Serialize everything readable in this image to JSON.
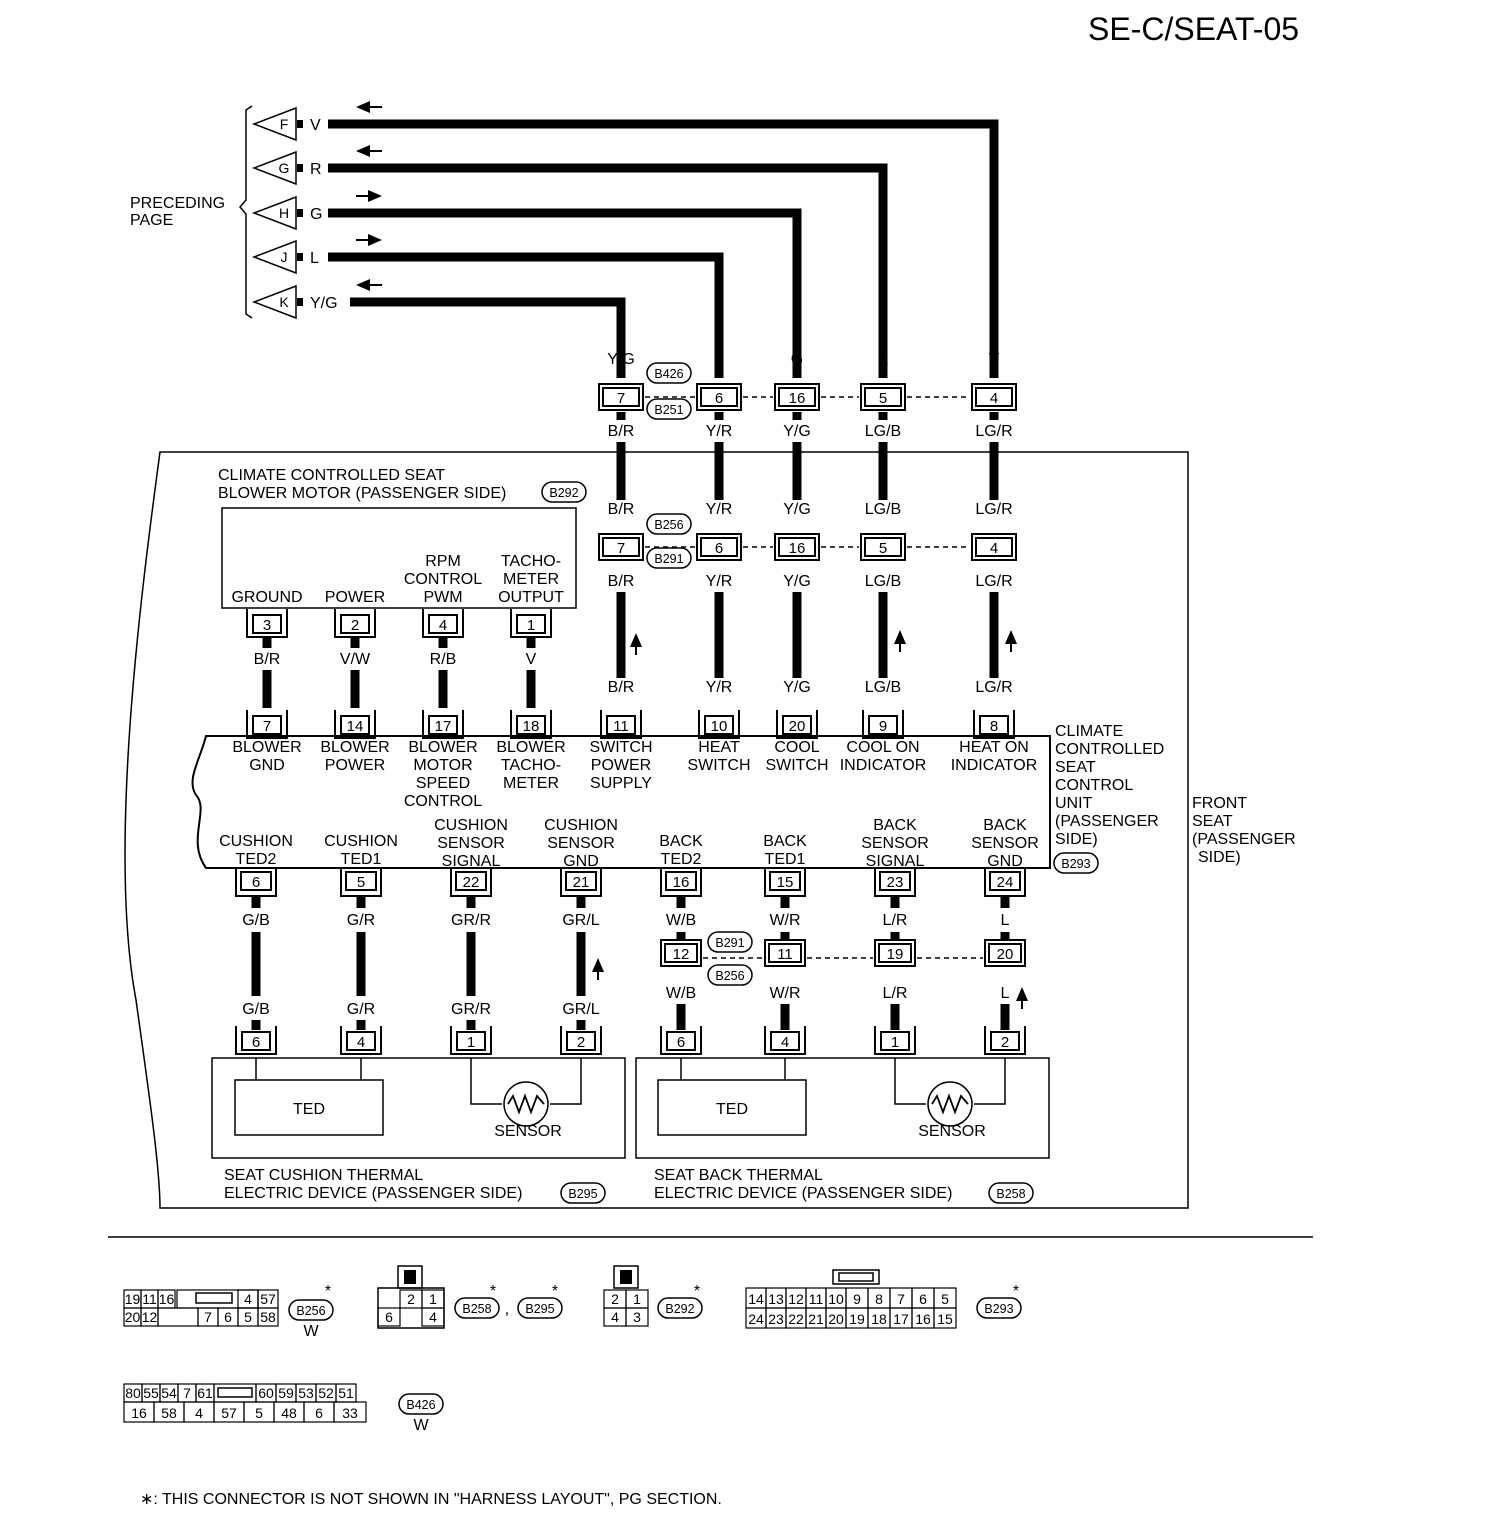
{
  "page_code": "SE-C/SEAT-05",
  "preceding": {
    "label": [
      "PRECEDING",
      "PAGE"
    ],
    "lines": [
      {
        "letter": "F",
        "color": "V",
        "dir": "left"
      },
      {
        "letter": "G",
        "color": "R",
        "dir": "left"
      },
      {
        "letter": "H",
        "color": "G",
        "dir": "right"
      },
      {
        "letter": "J",
        "color": "L",
        "dir": "right"
      },
      {
        "letter": "K",
        "color": "Y/G",
        "dir": "left"
      }
    ]
  },
  "upper_joint": {
    "refs": [
      "B426",
      "B251"
    ],
    "columns": [
      {
        "top": "Y/G",
        "pin": "7",
        "bottom": "B/R"
      },
      {
        "top": "L",
        "pin": "6",
        "bottom": "Y/R"
      },
      {
        "top": "G",
        "pin": "16",
        "bottom": "Y/G"
      },
      {
        "top": "R",
        "pin": "5",
        "bottom": "LG/B"
      },
      {
        "top": "V",
        "pin": "4",
        "bottom": "LG/R"
      }
    ]
  },
  "middle_joint": {
    "refs": [
      "B256",
      "B291"
    ],
    "columns": [
      {
        "top": "B/R",
        "pin": "7",
        "bottom": "B/R"
      },
      {
        "top": "Y/R",
        "pin": "6",
        "bottom": "Y/R"
      },
      {
        "top": "Y/G",
        "pin": "16",
        "bottom": "Y/G"
      },
      {
        "top": "LG/B",
        "pin": "5",
        "bottom": "LG/B"
      },
      {
        "top": "LG/R",
        "pin": "4",
        "bottom": "LG/R"
      }
    ]
  },
  "blower": {
    "title": [
      "CLIMATE CONTROLLED SEAT",
      "BLOWER MOTOR (PASSENGER SIDE)"
    ],
    "ref": "B292",
    "terminals": [
      {
        "label": [
          "GROUND"
        ],
        "pin": "3",
        "wire": "B/R"
      },
      {
        "label": [
          "POWER"
        ],
        "pin": "2",
        "wire": "V/W"
      },
      {
        "label": [
          "RPM",
          "CONTROL",
          "PWM"
        ],
        "pin": "4",
        "wire": "R/B"
      },
      {
        "label": [
          "TACHO-",
          "METER",
          "OUTPUT"
        ],
        "pin": "1",
        "wire": "V"
      }
    ]
  },
  "control_unit": {
    "title": [
      "CLIMATE",
      "CONTROLLED",
      "SEAT",
      "CONTROL",
      "UNIT",
      "(PASSENGER",
      "SIDE)"
    ],
    "ref": "B293",
    "top_terminals": [
      {
        "pin": "7",
        "label": [
          "BLOWER",
          "GND"
        ],
        "wire": "B/R"
      },
      {
        "pin": "14",
        "label": [
          "BLOWER",
          "POWER"
        ],
        "wire": "V/W"
      },
      {
        "pin": "17",
        "label": [
          "BLOWER",
          "MOTOR",
          "SPEED",
          "CONTROL"
        ],
        "wire": "R/B"
      },
      {
        "pin": "18",
        "label": [
          "BLOWER",
          "TACHO-",
          "METER"
        ],
        "wire": "V"
      },
      {
        "pin": "11",
        "label": [
          "SWITCH",
          "POWER",
          "SUPPLY"
        ],
        "wire": "B/R"
      },
      {
        "pin": "10",
        "label": [
          "HEAT",
          "SWITCH"
        ],
        "wire": "Y/R"
      },
      {
        "pin": "20",
        "label": [
          "COOL",
          "SWITCH"
        ],
        "wire": "Y/G"
      },
      {
        "pin": "9",
        "label": [
          "COOL ON",
          "INDICATOR"
        ],
        "wire": "LG/B"
      },
      {
        "pin": "8",
        "label": [
          "HEAT ON",
          "INDICATOR"
        ],
        "wire": "LG/R"
      }
    ],
    "bottom_terminals": [
      {
        "pin": "6",
        "label": [
          "CUSHION",
          "TED2"
        ],
        "wire": "G/B"
      },
      {
        "pin": "5",
        "label": [
          "CUSHION",
          "TED1"
        ],
        "wire": "G/R"
      },
      {
        "pin": "22",
        "label": [
          "CUSHION",
          "SENSOR",
          "SIGNAL"
        ],
        "wire": "GR/R"
      },
      {
        "pin": "21",
        "label": [
          "CUSHION",
          "SENSOR",
          "GND"
        ],
        "wire": "GR/L"
      },
      {
        "pin": "16",
        "label": [
          "BACK",
          "TED2"
        ],
        "wire": "W/B"
      },
      {
        "pin": "15",
        "label": [
          "BACK",
          "TED1"
        ],
        "wire": "W/R"
      },
      {
        "pin": "23",
        "label": [
          "BACK",
          "SENSOR",
          "SIGNAL"
        ],
        "wire": "L/R"
      },
      {
        "pin": "24",
        "label": [
          "BACK",
          "SENSOR",
          "GND"
        ],
        "wire": "L"
      }
    ]
  },
  "front_seat": [
    "FRONT",
    "SEAT",
    "(PASSENGER",
    "SIDE)"
  ],
  "lower_joint": {
    "refs": [
      "B291",
      "B256"
    ],
    "columns": [
      {
        "top": "W/B",
        "pin": "12",
        "bottom": "W/B"
      },
      {
        "top": "W/R",
        "pin": "11",
        "bottom": "W/R"
      },
      {
        "top": "L/R",
        "pin": "19",
        "bottom": "L/R"
      },
      {
        "top": "L",
        "pin": "20",
        "bottom": "L"
      }
    ]
  },
  "cushion_device": {
    "title": [
      "SEAT CUSHION THERMAL",
      "ELECTRIC DEVICE (PASSENGER SIDE)"
    ],
    "ref": "B295",
    "wires": [
      {
        "wire": "G/B",
        "pin": "6"
      },
      {
        "wire": "G/R",
        "pin": "4"
      },
      {
        "wire": "GR/R",
        "pin": "1"
      },
      {
        "wire": "GR/L",
        "pin": "2"
      }
    ],
    "ted": "TED",
    "sensor": "SENSOR"
  },
  "back_device": {
    "title": [
      "SEAT BACK THERMAL",
      "ELECTRIC DEVICE (PASSENGER SIDE)"
    ],
    "ref": "B258",
    "pins": [
      "6",
      "4",
      "1",
      "2"
    ],
    "ted": "TED",
    "sensor": "SENSOR"
  },
  "connectors": {
    "b256": {
      "ref": "B256",
      "color": "W",
      "row1": [
        "19",
        "11",
        "16",
        "",
        "4",
        "57"
      ],
      "row2": [
        "20",
        "12",
        "",
        "7",
        "6",
        "5",
        "58"
      ]
    },
    "b258": {
      "refs": [
        "B258",
        "B295"
      ],
      "sep": ",",
      "row1": [
        "2",
        "1"
      ],
      "row2": [
        "6",
        "4"
      ]
    },
    "b292": {
      "ref": "B292",
      "row1": [
        "2",
        "1"
      ],
      "row2": [
        "4",
        "3"
      ]
    },
    "b293": {
      "ref": "B293",
      "row1": [
        "14",
        "13",
        "12",
        "11",
        "10",
        "9",
        "8",
        "7",
        "6",
        "5"
      ],
      "row2": [
        "24",
        "23",
        "22",
        "21",
        "20",
        "19",
        "18",
        "17",
        "16",
        "15"
      ]
    },
    "b426": {
      "ref": "B426",
      "color": "W",
      "row1": [
        "80",
        "55",
        "54",
        "7",
        "61",
        "60",
        "59",
        "53",
        "52",
        "51"
      ],
      "row2": [
        "16",
        "58",
        "4",
        "57",
        "5",
        "48",
        "6",
        "33"
      ]
    },
    "star": "*"
  },
  "footnote": "∗: THIS CONNECTOR IS NOT SHOWN IN \"HARNESS LAYOUT\", PG SECTION."
}
